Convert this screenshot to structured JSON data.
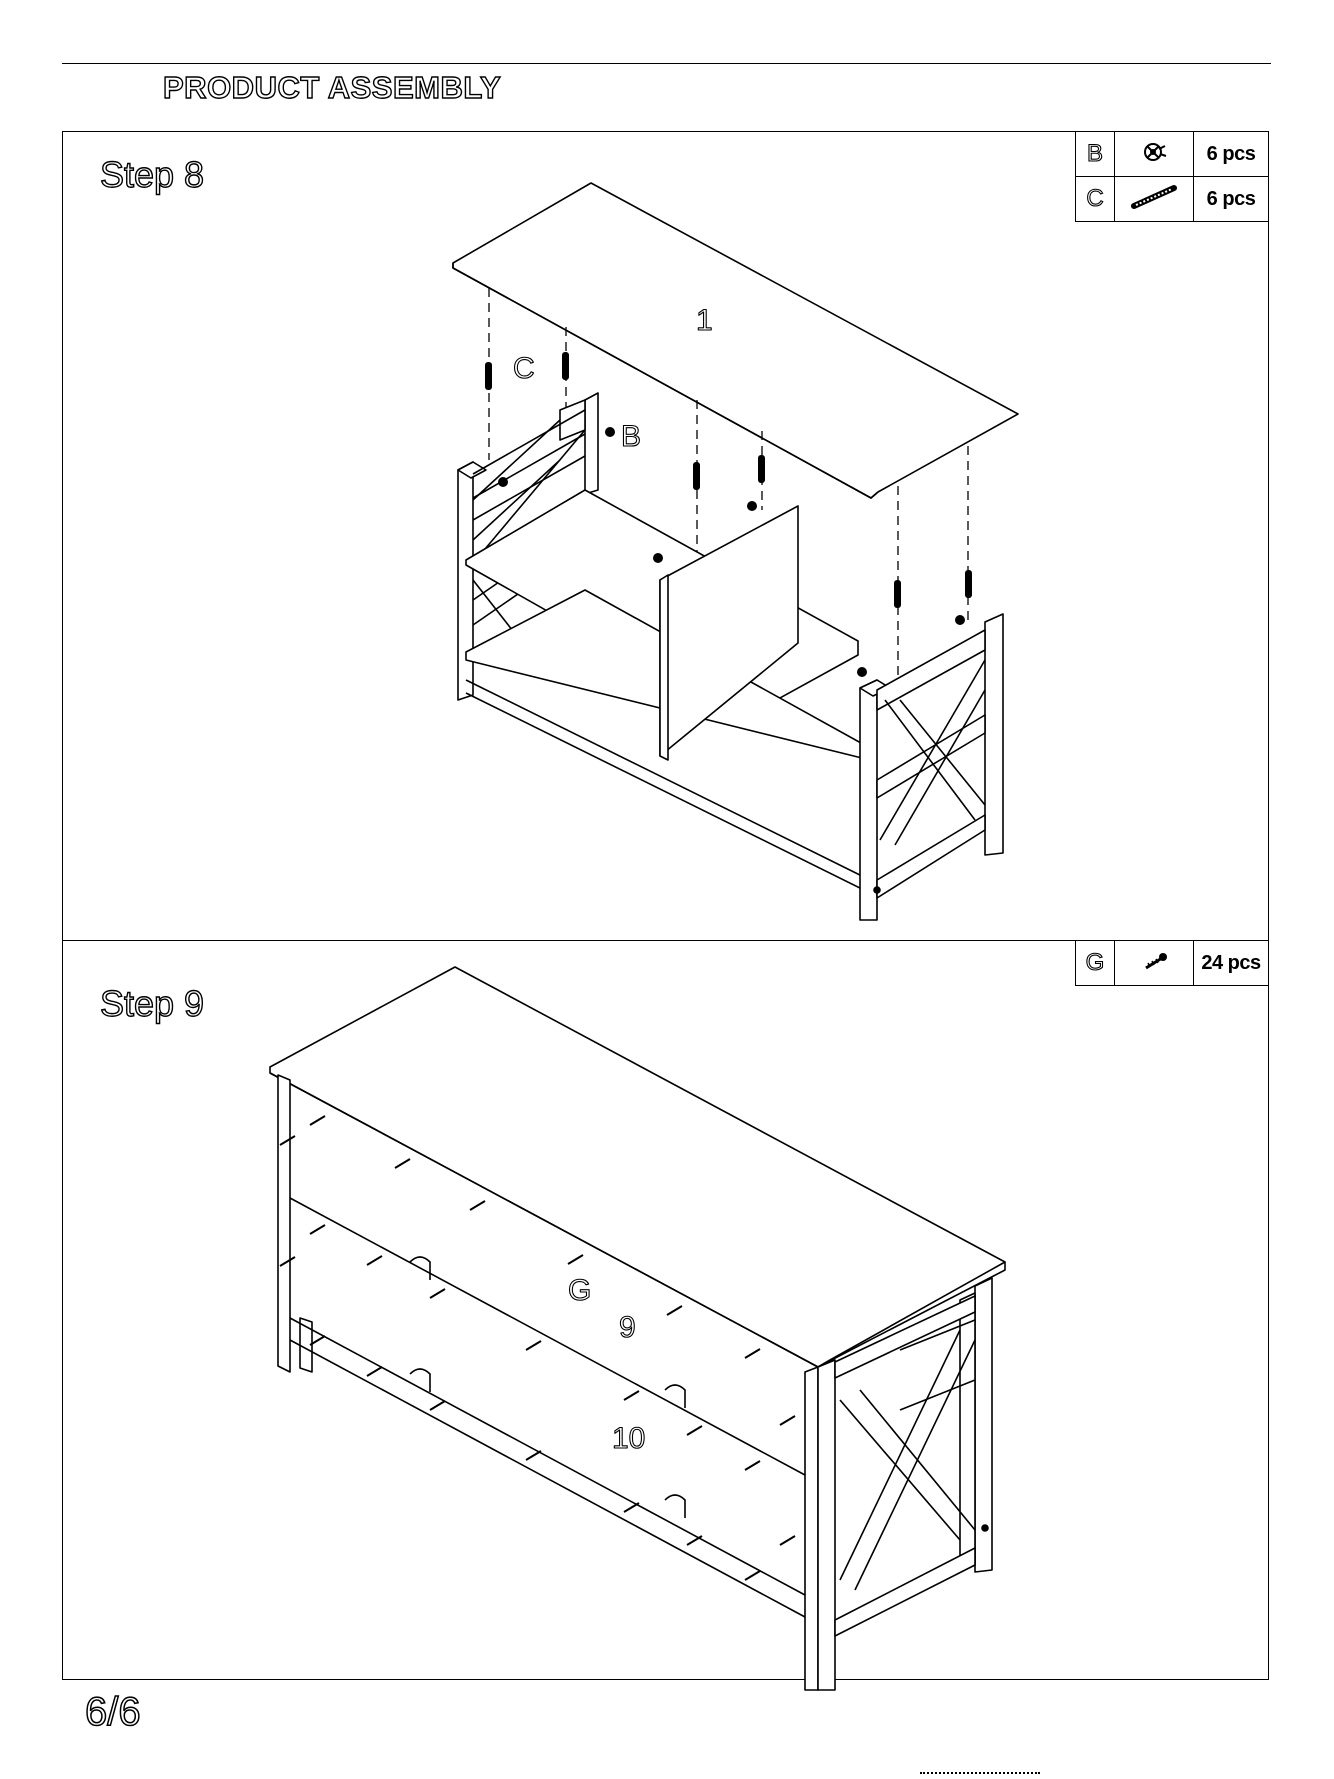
{
  "header": {
    "title": "PRODUCT ASSEMBLY"
  },
  "steps": [
    {
      "title": "Step 8",
      "parts": [
        {
          "letter": "B",
          "icon": "cam-lock-icon",
          "qty": "6 pcs"
        },
        {
          "letter": "C",
          "icon": "dowel-bolt-icon",
          "qty": "6 pcs"
        }
      ],
      "labels": {
        "part_1": "1",
        "hw_c": "C",
        "hw_b": "B"
      }
    },
    {
      "title": "Step 9",
      "parts": [
        {
          "letter": "G",
          "icon": "screw-icon",
          "qty": "24 pcs"
        }
      ],
      "labels": {
        "hw_g": "G",
        "part_9": "9",
        "part_10": "10"
      }
    }
  ],
  "footer": {
    "page_number": "6/6"
  }
}
